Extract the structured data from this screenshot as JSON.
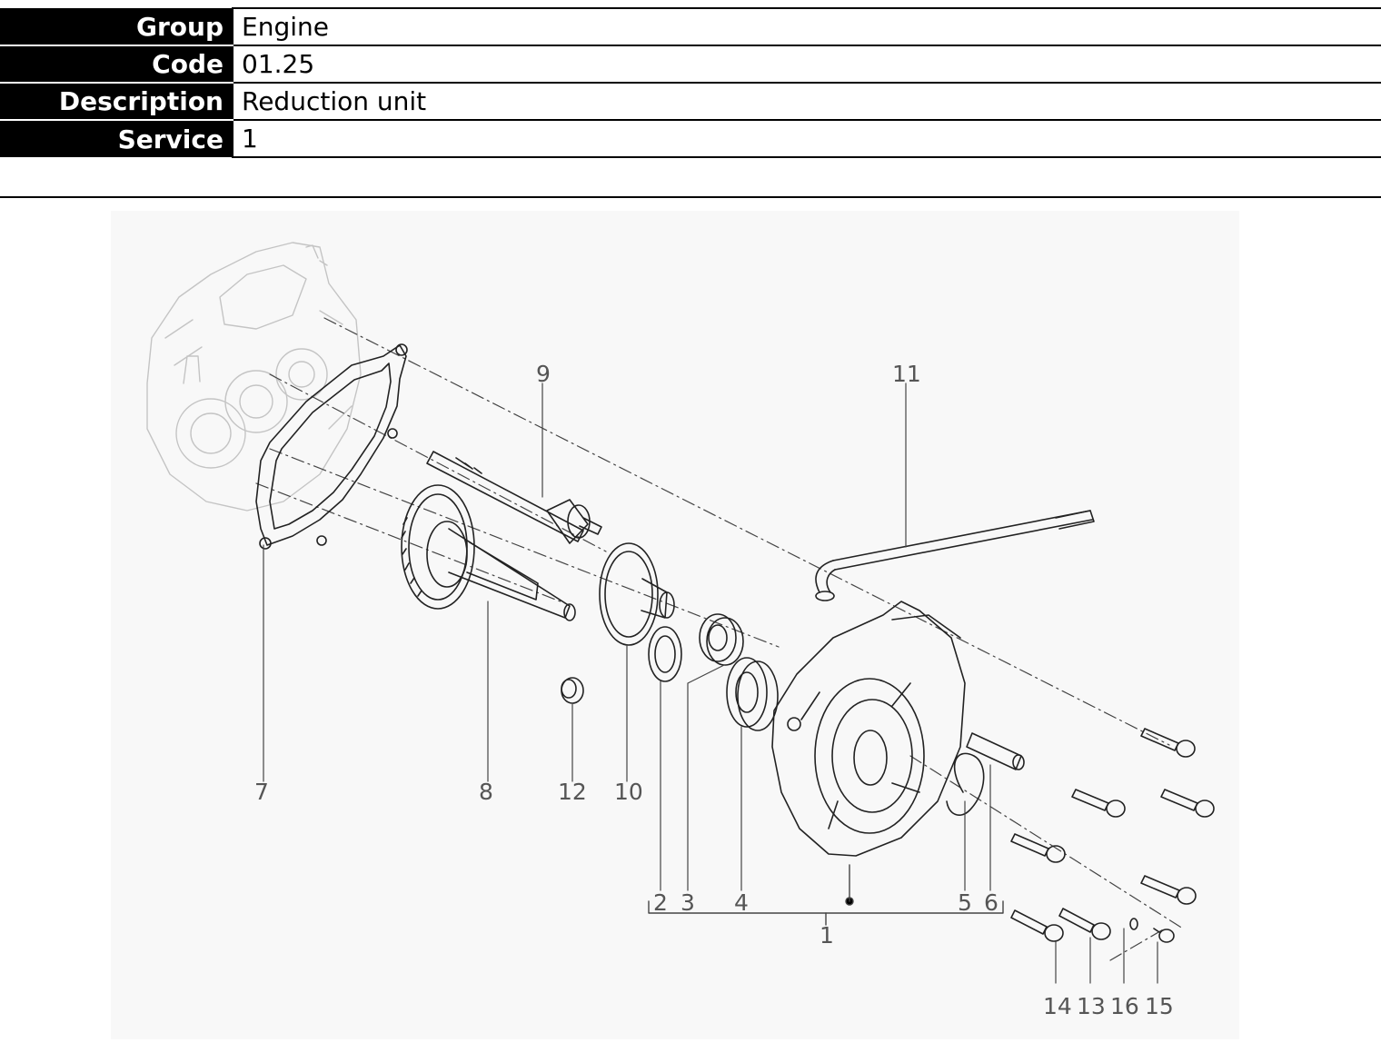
{
  "header": {
    "rows": [
      {
        "label": "Group",
        "value": "Engine"
      },
      {
        "label": "Code",
        "value": "01.25"
      },
      {
        "label": "Description",
        "value": "Reduction unit"
      },
      {
        "label": "Service",
        "value": "1"
      }
    ]
  },
  "diagram": {
    "callouts": [
      "1",
      "2",
      "3",
      "4",
      "5",
      "6",
      "7",
      "8",
      "9",
      "10",
      "11",
      "12",
      "13",
      "14",
      "15",
      "16"
    ]
  }
}
